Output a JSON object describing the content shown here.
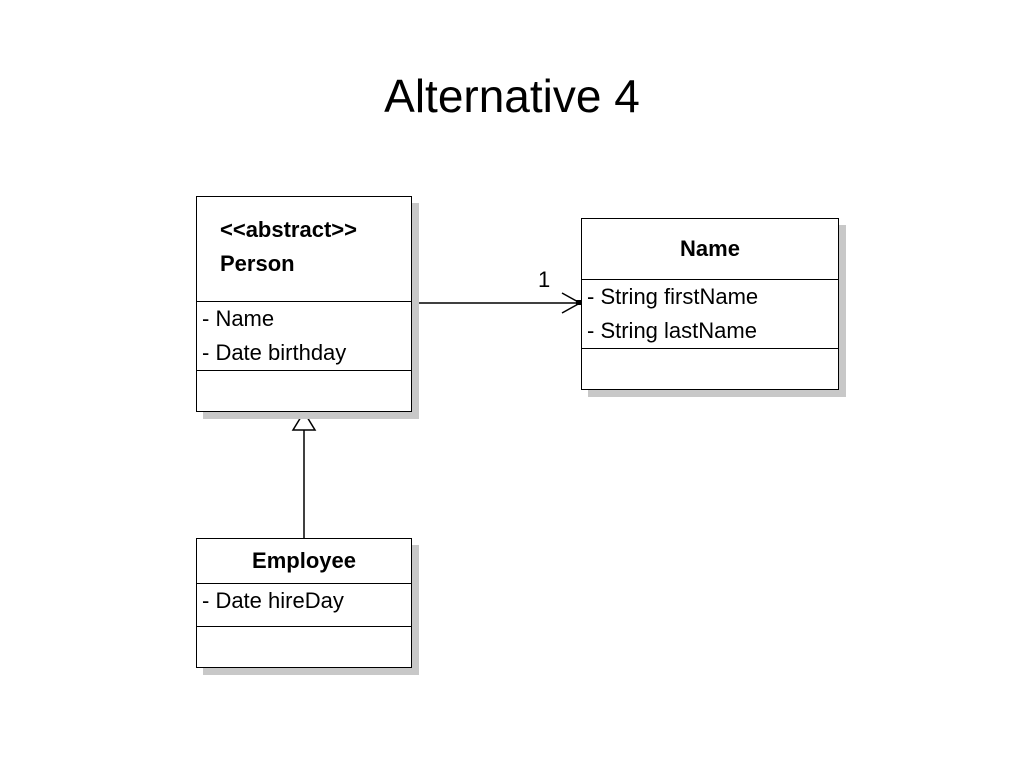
{
  "title": "Alternative 4",
  "classes": {
    "person": {
      "stereotype": "<<abstract>>",
      "name": "Person",
      "attributes": [
        "- Name",
        "- Date birthday"
      ]
    },
    "name": {
      "name": "Name",
      "attributes": [
        "- String firstName",
        "- String lastName"
      ]
    },
    "employee": {
      "name": "Employee",
      "attributes": [
        "- Date hireDay"
      ]
    }
  },
  "association": {
    "multiplicity": "1"
  }
}
